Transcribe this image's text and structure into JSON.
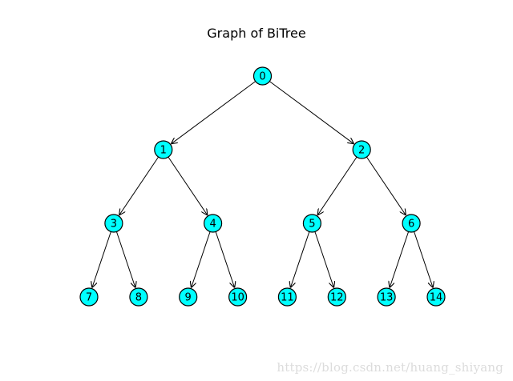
{
  "title": "Graph of BiTree",
  "watermark": "https://blog.csdn.net/huang_shiyang",
  "colors": {
    "node_fill": "#00ffff",
    "stroke": "#000000",
    "text": "#000000"
  },
  "tree": {
    "nodes": [
      "0",
      "1",
      "2",
      "3",
      "4",
      "5",
      "6",
      "7",
      "8",
      "9",
      "10",
      "11",
      "12",
      "13",
      "14"
    ],
    "edges": [
      [
        0,
        1
      ],
      [
        0,
        2
      ],
      [
        1,
        3
      ],
      [
        1,
        4
      ],
      [
        2,
        5
      ],
      [
        2,
        6
      ],
      [
        3,
        7
      ],
      [
        3,
        8
      ],
      [
        4,
        9
      ],
      [
        4,
        10
      ],
      [
        5,
        11
      ],
      [
        5,
        12
      ],
      [
        6,
        13
      ],
      [
        6,
        14
      ]
    ],
    "directed": true
  }
}
